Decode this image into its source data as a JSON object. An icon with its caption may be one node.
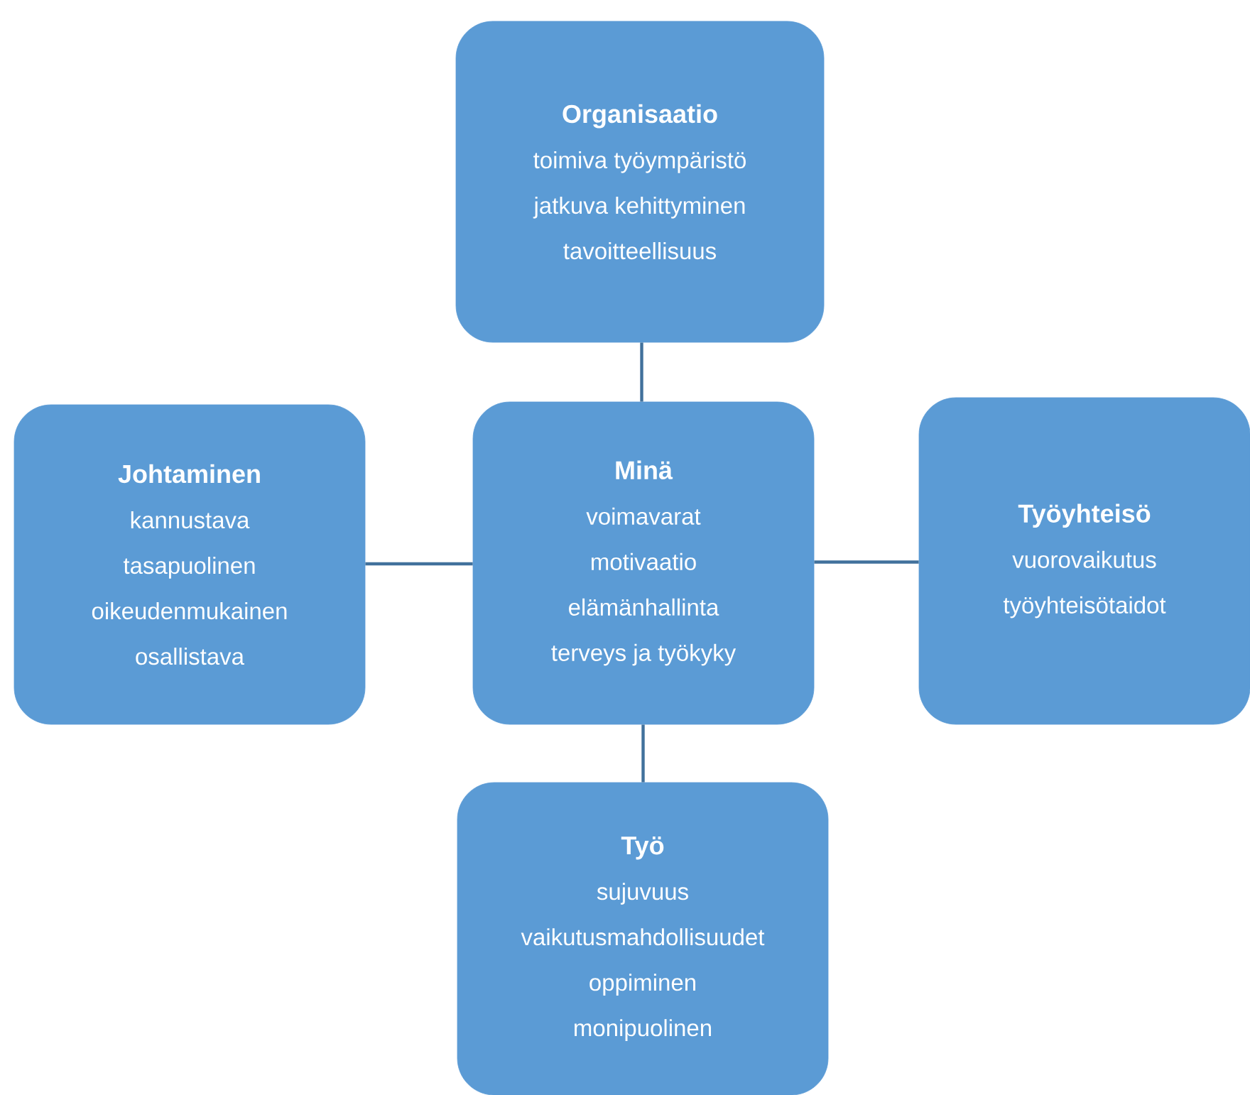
{
  "diagram": {
    "nodes": [
      {
        "text": [
          "Organisaatio",
          "toimiva työympäristö",
          "jatkuva kehittyminen",
          "tavoitteellisuus"
        ]
      },
      {
        "text": [
          "Johtaminen",
          "kannustava",
          "tasapuolinen",
          "oikeudenmukainen",
          "osallistava"
        ]
      },
      {
        "text": [
          "Minä",
          "voimavarat",
          "motivaatio",
          "elämänhallinta",
          "terveys ja työkyky"
        ]
      },
      {
        "text": [
          "Työyhteisö",
          "vuorovaikutus",
          "työyhteisötaidot"
        ]
      },
      {
        "text": [
          "Työ",
          "sujuvuus",
          "vaikutusmahdollisuudet",
          "oppiminen",
          "monipuolinen"
        ]
      }
    ],
    "edges": [
      {
        "from": 2,
        "to": 0,
        "arrow": "none"
      },
      {
        "from": 1,
        "to": 2,
        "arrow": "none"
      },
      {
        "from": 2,
        "to": 3,
        "arrow": "none"
      },
      {
        "from": 2,
        "to": 4,
        "arrow": "none"
      }
    ]
  }
}
